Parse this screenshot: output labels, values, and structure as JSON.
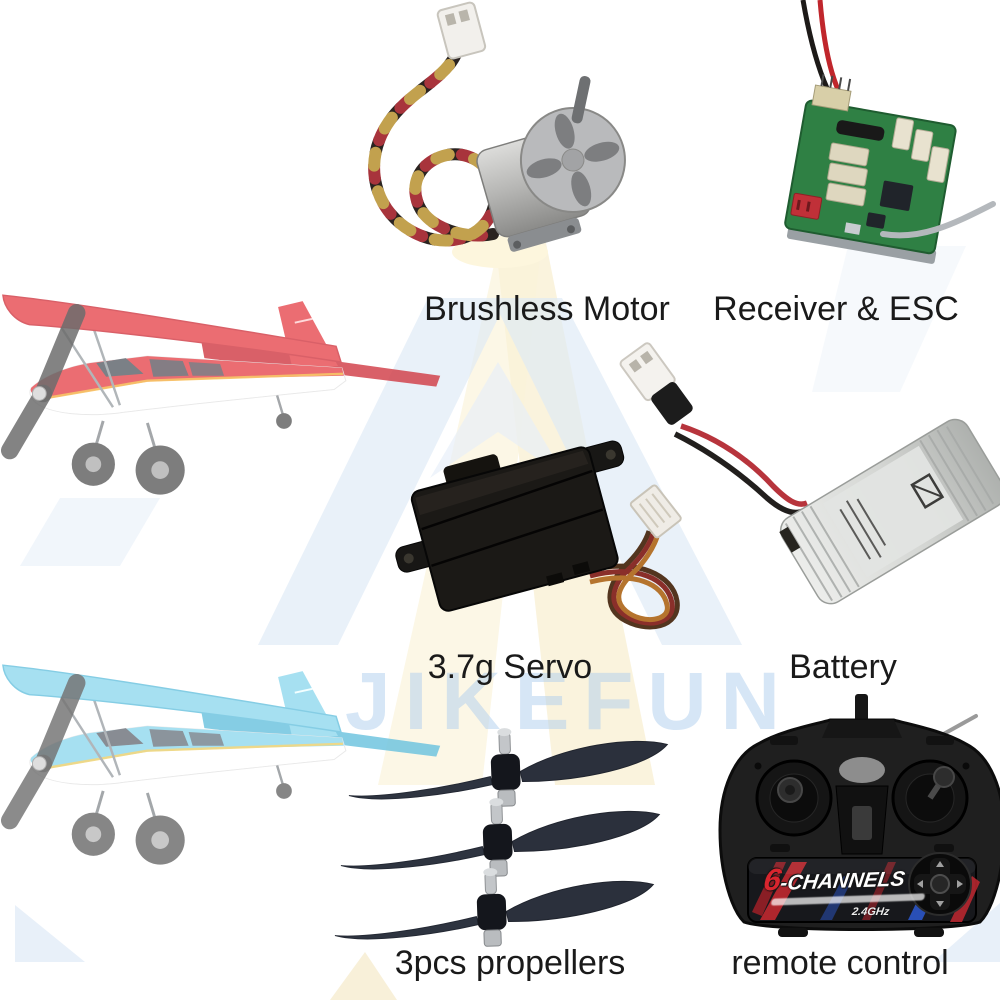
{
  "page": {
    "background": "#ffffff",
    "watermark_text": "JIKEFUN"
  },
  "labels": {
    "brushless_motor": "Brushless Motor",
    "receiver_esc": "Receiver & ESC",
    "servo": "3.7g Servo",
    "battery": "Battery",
    "propellers": "3pcs propellers",
    "remote_control": "remote control"
  },
  "remote": {
    "channels_prefix": "6",
    "channels_word": "-CHANNELS",
    "frequency": "2.4GHz"
  },
  "colors": {
    "label_text": "#1a1a1a",
    "plane_red": "#e4494f",
    "plane_blue": "#8ad2e8",
    "pcb_green": "#2f8044",
    "channels_red": "#d8252e",
    "stripe_blue": "#2b55c8",
    "stripe_red": "#c02830",
    "watermark_blue": "#adcdee",
    "beam_yellow": "#f8efd2",
    "wire_red": "#b0363e",
    "wire_black": "#272220",
    "wire_yellow": "#c2a14e"
  }
}
